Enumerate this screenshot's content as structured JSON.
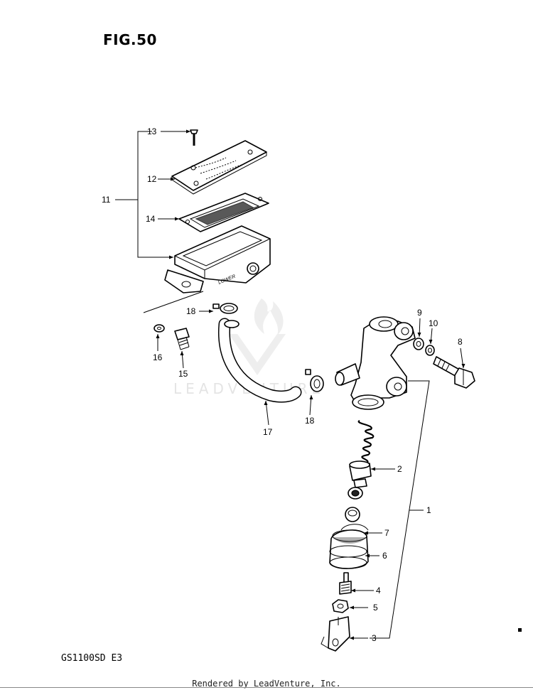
{
  "figure_title": "FIG.50",
  "model_code": "GS1100SD  E3",
  "footer_text": "Rendered by LeadVenture, Inc.",
  "watermark_text": "LEADVENTURE",
  "lid_embossed_text": "LOWER",
  "callouts": {
    "c1": "1",
    "c2": "2",
    "c3": "3",
    "c4": "4",
    "c5": "5",
    "c6": "6",
    "c7": "7",
    "c8": "8",
    "c9": "9",
    "c10": "10",
    "c11": "11",
    "c12": "12",
    "c13": "13",
    "c14": "14",
    "c15": "15",
    "c16": "16",
    "c17": "17",
    "c18a": "18",
    "c18b": "18"
  }
}
